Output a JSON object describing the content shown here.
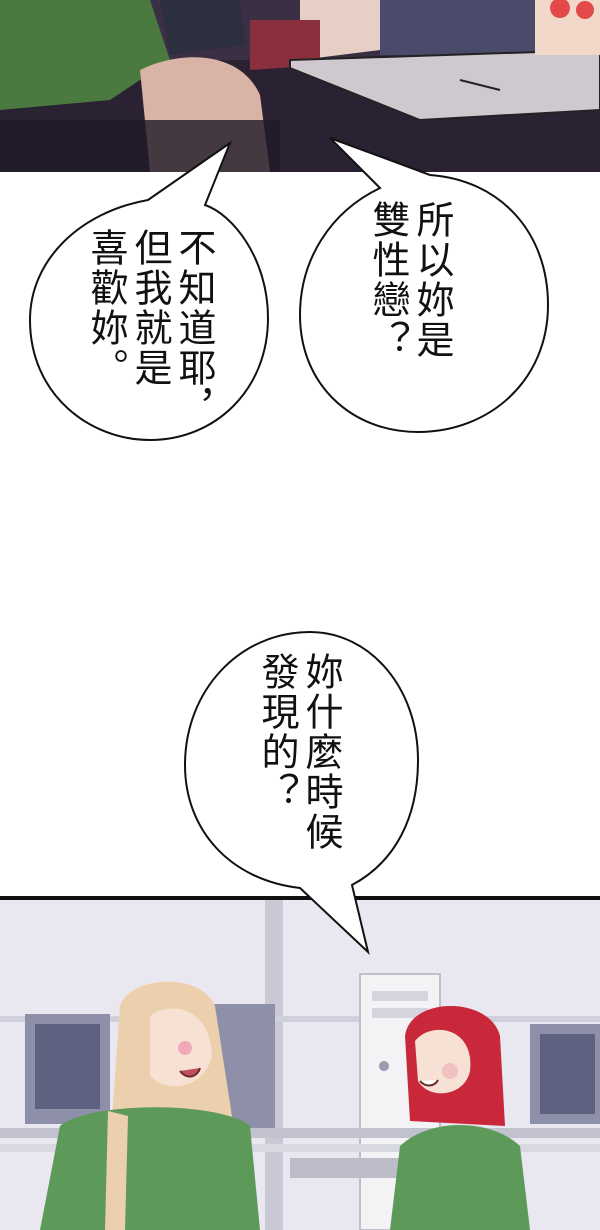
{
  "bubbles": {
    "left": {
      "text": "不知道耶，\n但我就是\n喜歡妳。"
    },
    "right": {
      "text": "所以妳是\n雙性戀？"
    },
    "bottom": {
      "text": "妳什麼時候\n發現的？"
    }
  },
  "colors": {
    "ink": "#111111",
    "green_shirt": "#5d9a5a",
    "red_hair": "#c8283a",
    "blonde_hair": "#ecd0ad",
    "office_bg": "#e9e8f0"
  }
}
